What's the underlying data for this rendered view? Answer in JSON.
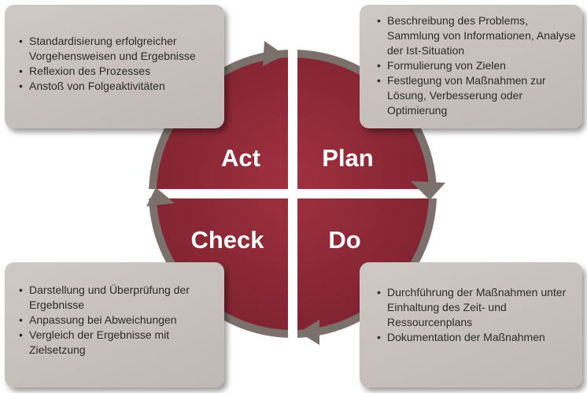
{
  "quadrants": {
    "act": "Act",
    "plan": "Plan",
    "check": "Check",
    "do": "Do"
  },
  "boxes": {
    "act": [
      "Standardisierung erfolgreicher Vorgehensweisen und Ergebnisse",
      "Reflexion des Prozesses",
      "Anstoß von Folgeaktivitäten"
    ],
    "plan": [
      "Beschreibung des Problems, Sammlung von Informationen, Analyse der Ist-Situation",
      "Formulierung von Zielen",
      "Festlegung von Maßnahmen zur Lösung, Verbesserung oder Optimierung"
    ],
    "check": [
      "Darstellung und Überprüfung der Ergebnisse",
      "Anpassung bei Abweichungen",
      "Vergleich der Ergebnisse mit Zielsetzung"
    ],
    "do": [
      "Durchführung der Maßnahmen unter Einhaltung des Zeit- und Ressourcenplans",
      "Dokumentation der Maßnahmen"
    ]
  },
  "colors": {
    "quadrant_fill": "#8f2a35",
    "ring_arrow": "#7b706c",
    "box_fill": "#c8c1bd"
  }
}
